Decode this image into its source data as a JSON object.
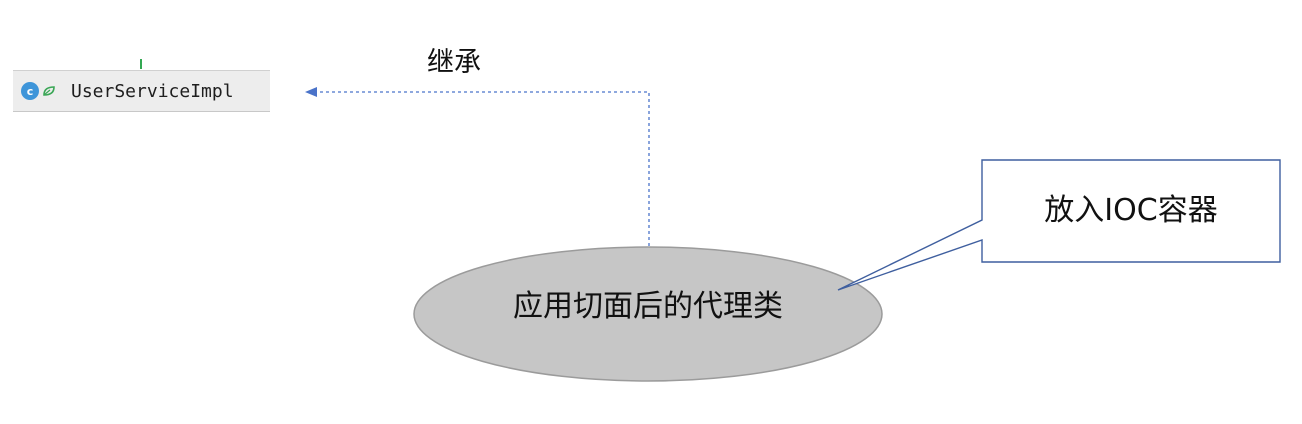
{
  "class_node": {
    "icon_letter": "c",
    "icon": "class-icon",
    "modifier_icon": "leaf-icon",
    "name": "UserServiceImpl"
  },
  "edge": {
    "label": "继承"
  },
  "proxy": {
    "label": "应用切面后的代理类"
  },
  "callout": {
    "label": "放入IOC容器"
  },
  "colors": {
    "arrow": "#4a73c9",
    "ellipse_fill": "#c6c6c6",
    "ellipse_stroke": "#9b9b9b",
    "callout_stroke": "#3f5f9f"
  }
}
